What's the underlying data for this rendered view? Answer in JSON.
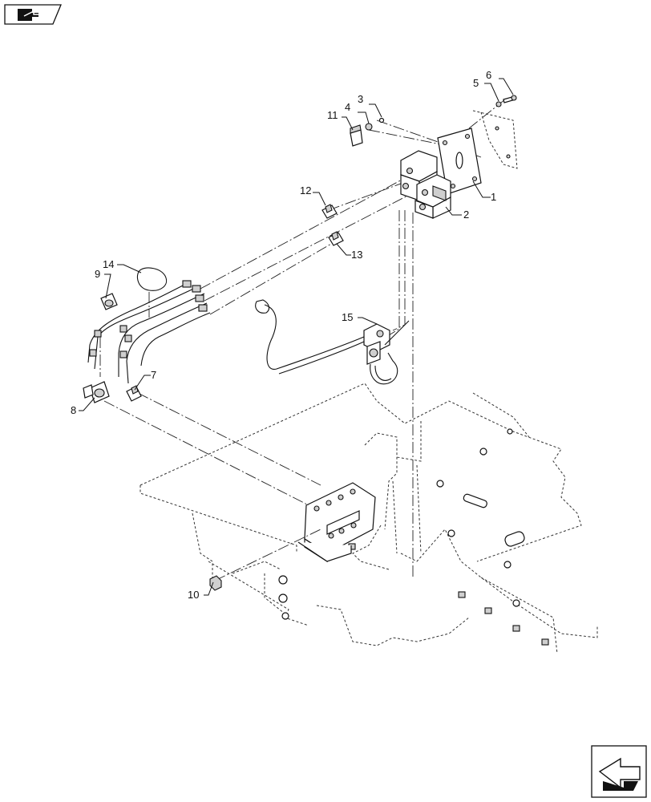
{
  "callouts": {
    "c1": "1",
    "c2": "2",
    "c3": "3",
    "c4": "4",
    "c5": "5",
    "c6": "6",
    "c7": "7",
    "c8": "8",
    "c9": "9",
    "c10": "10",
    "c11": "11",
    "c12": "12",
    "c13": "13",
    "c14": "14",
    "c15": "15"
  },
  "icons": {
    "top_left": "book-arrow-icon",
    "bottom_right": "next-page-arrow-icon"
  }
}
